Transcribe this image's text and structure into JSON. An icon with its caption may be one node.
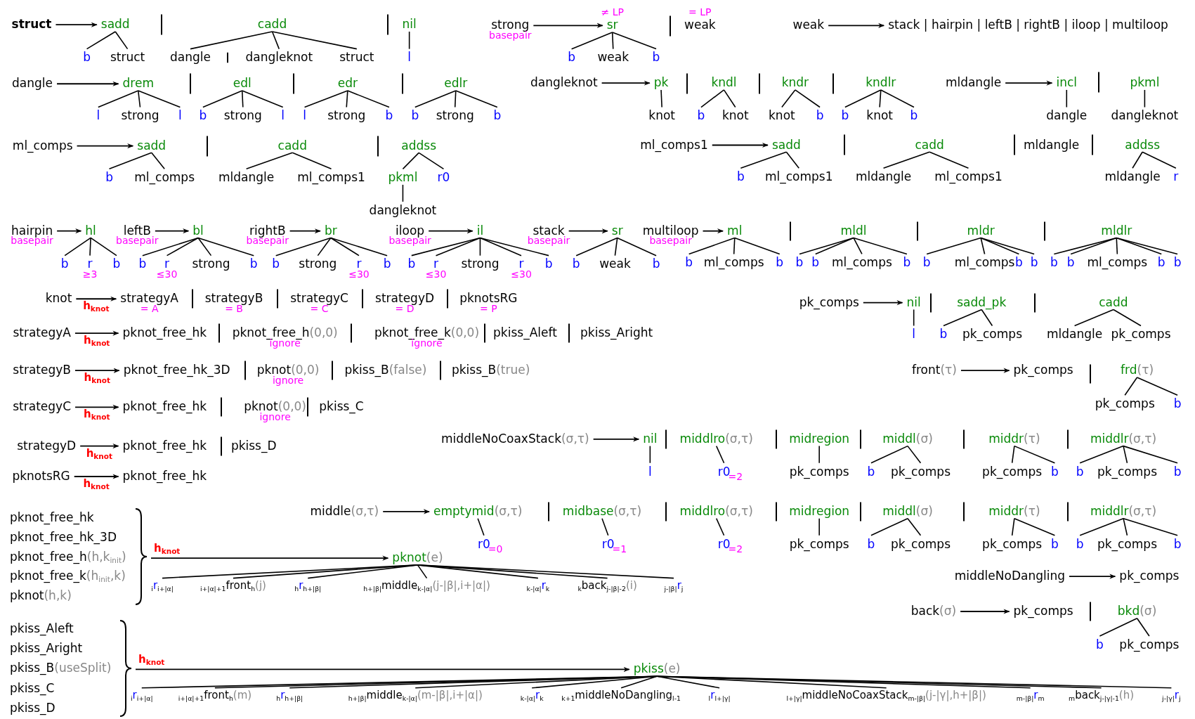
{
  "diagram": {
    "nodes": [
      {
        "text": [
          "struct"
        ]
      },
      {
        "text": [
          "sadd"
        ]
      },
      {
        "text": [
          "b"
        ]
      },
      {
        "text": [
          "struct"
        ]
      },
      {
        "text": [
          "cadd"
        ]
      },
      {
        "text": [
          "dangle"
        ]
      },
      {
        "text": [
          "dangleknot"
        ]
      },
      {
        "text": [
          "struct"
        ]
      },
      {
        "text": [
          "nil"
        ]
      },
      {
        "text": [
          "l"
        ]
      },
      {
        "text": [
          "strong"
        ],
        "beside": [
          "basepair"
        ]
      },
      {
        "text": [
          "sr"
        ],
        "beside": [
          "≠ LP"
        ]
      },
      {
        "text": [
          "b"
        ]
      },
      {
        "text": [
          "weak"
        ]
      },
      {
        "text": [
          "b"
        ]
      },
      {
        "text": [
          "weak"
        ],
        "beside": [
          "= LP"
        ]
      },
      {
        "text": [
          "weak"
        ]
      },
      {
        "text": [
          "stack | hairpin | leftB | rightB | iloop | multiloop"
        ]
      },
      {
        "text": [
          "dangle"
        ]
      },
      {
        "text": [
          "drem"
        ]
      },
      {
        "text": [
          "l"
        ]
      },
      {
        "text": [
          "strong"
        ]
      },
      {
        "text": [
          "l"
        ]
      },
      {
        "text": [
          "edl"
        ]
      },
      {
        "text": [
          "b"
        ]
      },
      {
        "text": [
          "strong"
        ]
      },
      {
        "text": [
          "l"
        ]
      },
      {
        "text": [
          "edr"
        ]
      },
      {
        "text": [
          "l"
        ]
      },
      {
        "text": [
          "strong"
        ]
      },
      {
        "text": [
          "b"
        ]
      },
      {
        "text": [
          "edlr"
        ]
      },
      {
        "text": [
          "b"
        ]
      },
      {
        "text": [
          "strong"
        ]
      },
      {
        "text": [
          "b"
        ]
      },
      {
        "text": [
          "dangleknot"
        ]
      },
      {
        "text": [
          "pk"
        ]
      },
      {
        "text": [
          "knot"
        ]
      },
      {
        "text": [
          "kndl"
        ]
      },
      {
        "text": [
          "b"
        ]
      },
      {
        "text": [
          "knot"
        ]
      },
      {
        "text": [
          "kndr"
        ]
      },
      {
        "text": [
          "knot"
        ]
      },
      {
        "text": [
          "b"
        ]
      },
      {
        "text": [
          "kndlr"
        ]
      },
      {
        "text": [
          "b"
        ]
      },
      {
        "text": [
          "knot"
        ]
      },
      {
        "text": [
          "b"
        ]
      },
      {
        "text": [
          "mldangle"
        ]
      },
      {
        "text": [
          "incl"
        ]
      },
      {
        "text": [
          "dangle"
        ]
      },
      {
        "text": [
          "pkml"
        ]
      },
      {
        "text": [
          "dangleknot"
        ]
      },
      {
        "text": [
          "ml_comps"
        ]
      },
      {
        "text": [
          "sadd"
        ]
      },
      {
        "text": [
          "b"
        ]
      },
      {
        "text": [
          "ml_comps"
        ]
      },
      {
        "text": [
          "cadd"
        ]
      },
      {
        "text": [
          "mldangle"
        ]
      },
      {
        "text": [
          "ml_comps1"
        ]
      },
      {
        "text": [
          "addss"
        ]
      },
      {
        "text": [
          "pkml"
        ]
      },
      {
        "text": [
          "r0"
        ]
      },
      {
        "text": [
          "dangleknot"
        ]
      },
      {
        "text": [
          "ml_comps1"
        ]
      },
      {
        "text": [
          "sadd"
        ]
      },
      {
        "text": [
          "b"
        ]
      },
      {
        "text": [
          "ml_comps1"
        ]
      },
      {
        "text": [
          "cadd"
        ]
      },
      {
        "text": [
          "mldangle"
        ]
      },
      {
        "text": [
          "ml_comps1"
        ]
      },
      {
        "text": [
          "mldangle"
        ]
      },
      {
        "text": [
          "addss"
        ]
      },
      {
        "text": [
          "mldangle"
        ]
      },
      {
        "text": [
          "r"
        ]
      },
      {
        "text": [
          "hairpin"
        ],
        "beside": [
          "basepair"
        ]
      },
      {
        "text": [
          "hl"
        ]
      },
      {
        "text": [
          "b"
        ]
      },
      {
        "text": [
          "r"
        ],
        "beside": [
          "≥3"
        ]
      },
      {
        "text": [
          "b"
        ]
      },
      {
        "text": [
          "leftB"
        ],
        "beside": [
          "basepair"
        ]
      },
      {
        "text": [
          "bl"
        ]
      },
      {
        "text": [
          "b"
        ]
      },
      {
        "text": [
          "r"
        ],
        "beside": [
          "≤30"
        ]
      },
      {
        "text": [
          "strong"
        ]
      },
      {
        "text": [
          "b"
        ]
      },
      {
        "text": [
          "rightB"
        ],
        "beside": [
          "basepair"
        ]
      },
      {
        "text": [
          "br"
        ]
      },
      {
        "text": [
          "b"
        ]
      },
      {
        "text": [
          "strong"
        ]
      },
      {
        "text": [
          "r"
        ],
        "beside": [
          "≤30"
        ]
      },
      {
        "text": [
          "b"
        ]
      },
      {
        "text": [
          "iloop"
        ],
        "beside": [
          "basepair"
        ]
      },
      {
        "text": [
          "il"
        ]
      },
      {
        "text": [
          "b"
        ]
      },
      {
        "text": [
          "r"
        ],
        "beside": [
          "≤30"
        ]
      },
      {
        "text": [
          "strong"
        ]
      },
      {
        "text": [
          "r"
        ],
        "beside": [
          "≤30"
        ]
      },
      {
        "text": [
          "b"
        ]
      },
      {
        "text": [
          "stack"
        ],
        "beside": [
          "basepair"
        ]
      },
      {
        "text": [
          "sr"
        ]
      },
      {
        "text": [
          "b"
        ]
      },
      {
        "text": [
          "weak"
        ]
      },
      {
        "text": [
          "b"
        ]
      },
      {
        "text": [
          "multiloop"
        ],
        "beside": [
          "basepair"
        ]
      },
      {
        "text": [
          "ml"
        ]
      },
      {
        "text": [
          "b"
        ]
      },
      {
        "text": [
          "ml_comps"
        ]
      },
      {
        "text": [
          "b"
        ]
      },
      {
        "text": [
          "mldl"
        ]
      },
      {
        "text": [
          "b"
        ]
      },
      {
        "text": [
          "b"
        ]
      },
      {
        "text": [
          "ml_comps"
        ]
      },
      {
        "text": [
          "b"
        ]
      },
      {
        "text": [
          "mldr"
        ]
      },
      {
        "text": [
          "b"
        ]
      },
      {
        "text": [
          "ml_comps"
        ]
      },
      {
        "text": [
          "b"
        ]
      },
      {
        "text": [
          "b"
        ]
      },
      {
        "text": [
          "mldlr"
        ]
      },
      {
        "text": [
          "b"
        ]
      },
      {
        "text": [
          "b"
        ]
      },
      {
        "text": [
          "ml_comps"
        ]
      },
      {
        "text": [
          "b"
        ]
      },
      {
        "text": [
          "b"
        ]
      },
      {
        "text": [
          "knot"
        ]
      },
      {
        "text": [
          "strategyA"
        ],
        "beside": [
          "= A"
        ]
      },
      {
        "text": [
          "strategyB"
        ],
        "beside": [
          "= B"
        ]
      },
      {
        "text": [
          "strategyC"
        ],
        "beside": [
          "= C"
        ]
      },
      {
        "text": [
          "strategyD"
        ],
        "beside": [
          "= D"
        ]
      },
      {
        "text": [
          "pknotsRG"
        ],
        "beside": [
          "= P"
        ]
      },
      {
        "text": [
          "pk_comps"
        ]
      },
      {
        "text": [
          "nil"
        ]
      },
      {
        "text": [
          "l"
        ]
      },
      {
        "text": [
          "sadd_pk"
        ]
      },
      {
        "text": [
          "b"
        ]
      },
      {
        "text": [
          "pk_comps"
        ]
      },
      {
        "text": [
          "cadd"
        ]
      },
      {
        "text": [
          "mldangle"
        ]
      },
      {
        "text": [
          "pk_comps"
        ]
      },
      {
        "text": [
          "strategyA"
        ]
      },
      {
        "text": [
          "pknot_free_hk"
        ]
      },
      {
        "text": [
          "pknot_free_h",
          "(0,0)"
        ],
        "beside": [
          "ignore"
        ]
      },
      {
        "text": [
          "pknot_free_k",
          "(0,0)"
        ],
        "beside": [
          "ignore"
        ]
      },
      {
        "text": [
          "pkiss_Aleft"
        ]
      },
      {
        "text": [
          "pkiss_Aright"
        ]
      },
      {
        "text": [
          "strategyB"
        ]
      },
      {
        "text": [
          "pknot_free_hk_3D"
        ]
      },
      {
        "text": [
          "pknot",
          "(0,0)"
        ],
        "beside": [
          "ignore"
        ]
      },
      {
        "text": [
          "pkiss_B",
          "(false)"
        ]
      },
      {
        "text": [
          "pkiss_B",
          "(true)"
        ]
      },
      {
        "text": [
          "front",
          "(τ)"
        ]
      },
      {
        "text": [
          "pk_comps"
        ]
      },
      {
        "text": [
          "frd",
          "(τ)"
        ]
      },
      {
        "text": [
          "pk_comps"
        ]
      },
      {
        "text": [
          "b"
        ]
      },
      {
        "text": [
          "strategyC"
        ]
      },
      {
        "text": [
          "pknot_free_hk"
        ]
      },
      {
        "text": [
          "pknot",
          "(0,0)"
        ],
        "beside": [
          "ignore"
        ]
      },
      {
        "text": [
          "pkiss_C"
        ]
      },
      {
        "text": [
          "strategyD"
        ]
      },
      {
        "text": [
          "pknot_free_hk"
        ]
      },
      {
        "text": [
          "pkiss_D"
        ]
      },
      {
        "text": [
          "middleNoCoaxStack",
          "(σ,τ)"
        ]
      },
      {
        "text": [
          "nil"
        ]
      },
      {
        "text": [
          "l"
        ]
      },
      {
        "text": [
          "middlro",
          "(σ,τ)"
        ]
      },
      {
        "text": [
          "r0"
        ],
        "beside": [
          "=2"
        ]
      },
      {
        "text": [
          "midregion"
        ]
      },
      {
        "text": [
          "pk_comps"
        ]
      },
      {
        "text": [
          "middl",
          "(σ)"
        ]
      },
      {
        "text": [
          "b"
        ]
      },
      {
        "text": [
          "pk_comps"
        ]
      },
      {
        "text": [
          "middr",
          "(τ)"
        ]
      },
      {
        "text": [
          "pk_comps"
        ]
      },
      {
        "text": [
          "b"
        ]
      },
      {
        "text": [
          "middlr",
          "(σ,τ)"
        ]
      },
      {
        "text": [
          "b"
        ]
      },
      {
        "text": [
          "pk_comps"
        ]
      },
      {
        "text": [
          "b"
        ]
      },
      {
        "text": [
          "pknotsRG"
        ]
      },
      {
        "text": [
          "pknot_free_hk"
        ]
      },
      {
        "text": [
          "middle",
          "(σ,τ)"
        ]
      },
      {
        "text": [
          "emptymid",
          "(σ,τ)"
        ]
      },
      {
        "text": [
          "r0"
        ],
        "beside": [
          "=0"
        ]
      },
      {
        "text": [
          "midbase",
          "(σ,τ)"
        ]
      },
      {
        "text": [
          "r0"
        ],
        "beside": [
          "=1"
        ]
      },
      {
        "text": [
          "middlro",
          "(σ,τ)"
        ]
      },
      {
        "text": [
          "r0"
        ],
        "beside": [
          "=2"
        ]
      },
      {
        "text": [
          "midregion"
        ]
      },
      {
        "text": [
          "pk_comps"
        ]
      },
      {
        "text": [
          "middl",
          "(σ)"
        ]
      },
      {
        "text": [
          "b"
        ]
      },
      {
        "text": [
          "pk_comps"
        ]
      },
      {
        "text": [
          "middr",
          "(τ)"
        ]
      },
      {
        "text": [
          "pk_comps"
        ]
      },
      {
        "text": [
          "b"
        ]
      },
      {
        "text": [
          "middlr",
          "(σ,τ)"
        ]
      },
      {
        "text": [
          "b"
        ]
      },
      {
        "text": [
          "pk_comps"
        ]
      },
      {
        "text": [
          "b"
        ]
      },
      {
        "text": [],
        "shape": "brace"
      },
      {
        "text": [
          "pknot_free_hk"
        ],
        "in": 201
      },
      {
        "text": [
          "pknot_free_hk_3D"
        ],
        "in": 201
      },
      {
        "text": [
          "pknot_free_h",
          "(h,k$_{init}$)"
        ],
        "in": 201
      },
      {
        "text": [
          "pknot_free_k",
          "(h$_{init}$,k)"
        ],
        "in": 201
      },
      {
        "text": [
          "pknot",
          "(h,k)"
        ],
        "in": 201
      },
      {
        "text": [
          "pknot",
          "(e)"
        ]
      },
      {
        "text": [
          "$_{i}$r$_{i+|α|}$"
        ]
      },
      {
        "text": [
          "$_{i+|α|+1}$front$_{h}$",
          "(j)"
        ]
      },
      {
        "text": [
          "$_{h}$r$_{h+|β|}$"
        ]
      },
      {
        "text": [
          "$_{h+|β|}$middle$_{k-|α|}$",
          "(j-|β|,i+|α|)"
        ]
      },
      {
        "text": [
          "$_{k-|α|}$r$_{k}$"
        ]
      },
      {
        "text": [
          "$_{k}$back$_{j-|β|-2}$",
          "(i)"
        ]
      },
      {
        "text": [
          "$_{j-|β|}$r$_{j}$"
        ]
      },
      {
        "text": [
          "middleNoDangling"
        ]
      },
      {
        "text": [
          "pk_comps"
        ]
      },
      {
        "text": [
          "back",
          "(σ)"
        ]
      },
      {
        "text": [
          "pk_comps"
        ]
      },
      {
        "text": [
          "bkd",
          "(σ)"
        ]
      },
      {
        "text": [
          "b"
        ]
      },
      {
        "text": [
          "pk_comps"
        ]
      },
      {
        "text": [],
        "shape": "brace"
      },
      {
        "text": [
          "pkiss_Aleft"
        ],
        "in": 222
      },
      {
        "text": [
          "pkiss_Aright"
        ],
        "in": 222
      },
      {
        "text": [
          "pkiss_B",
          "(useSplit)"
        ],
        "in": 222
      },
      {
        "text": [
          "pkiss_C"
        ],
        "in": 222
      },
      {
        "text": [
          "pkiss_D"
        ],
        "in": 222
      },
      {
        "text": [
          "pkiss",
          "(e)"
        ]
      },
      {
        "text": [
          "$_{i}$r$_{i+|α|}$"
        ]
      },
      {
        "text": [
          "$_{i+|α|+1}$front$_{h}$",
          "(m)"
        ]
      },
      {
        "text": [
          "$_{h}$r$_{h+|β|}$"
        ]
      },
      {
        "text": [
          "$_{h+|β|}$middle$_{k-|α|}$",
          "(m-|β|,i+|α|)"
        ]
      },
      {
        "text": [
          "$_{k-|α|}$r$_{k}$"
        ]
      },
      {
        "text": [
          "$_{k+1}$middleNoDangling$_{l-1}$"
        ]
      },
      {
        "text": [
          "$_{l}$r$_{l+|γ|}$"
        ]
      },
      {
        "text": [
          "$_{l+|γ|}$middleNoCoaxStack$_{m-|β|}$",
          "(j-|γ|,h+|β|)"
        ]
      },
      {
        "text": [
          "$_{m-|β|}$r$_{m}$"
        ]
      },
      {
        "text": [
          "$_{m}$back$_{j-|γ|-1}$",
          "(h)"
        ]
      },
      {
        "text": [
          "$_{j-|γ|}$r$_{j}$"
        ]
      }
    ],
    "edges": [
      {
        "from": 0,
        "to": 1,
        "arrow": "to"
      },
      {
        "from": 1,
        "to": 2,
        "arrow": "none"
      },
      {
        "from": 1,
        "to": 3,
        "arrow": "none"
      },
      {
        "from": 4,
        "to": 5,
        "arrow": "none"
      },
      {
        "from": 4,
        "to": 6,
        "arrow": "none"
      },
      {
        "from": 4,
        "to": 7,
        "arrow": "none"
      },
      {
        "from": 8,
        "to": 9,
        "arrow": "none"
      },
      {
        "from": 10,
        "to": 11,
        "arrow": "to"
      },
      {
        "from": 11,
        "to": 12,
        "arrow": "none"
      },
      {
        "from": 11,
        "to": 13,
        "arrow": "none"
      },
      {
        "from": 11,
        "to": 14,
        "arrow": "none"
      },
      {
        "from": 16,
        "to": 17,
        "arrow": "to"
      },
      {
        "from": 18,
        "to": 19,
        "arrow": "to"
      },
      {
        "from": 19,
        "to": 20,
        "arrow": "none"
      },
      {
        "from": 19,
        "to": 21,
        "arrow": "none"
      },
      {
        "from": 19,
        "to": 22,
        "arrow": "none"
      },
      {
        "from": 23,
        "to": 24,
        "arrow": "none"
      },
      {
        "from": 23,
        "to": 25,
        "arrow": "none"
      },
      {
        "from": 23,
        "to": 26,
        "arrow": "none"
      },
      {
        "from": 27,
        "to": 28,
        "arrow": "none"
      },
      {
        "from": 27,
        "to": 29,
        "arrow": "none"
      },
      {
        "from": 27,
        "to": 30,
        "arrow": "none"
      },
      {
        "from": 31,
        "to": 32,
        "arrow": "none"
      },
      {
        "from": 31,
        "to": 33,
        "arrow": "none"
      },
      {
        "from": 31,
        "to": 34,
        "arrow": "none"
      },
      {
        "from": 35,
        "to": 36,
        "arrow": "to"
      },
      {
        "from": 36,
        "to": 37,
        "arrow": "none"
      },
      {
        "from": 38,
        "to": 39,
        "arrow": "none"
      },
      {
        "from": 38,
        "to": 40,
        "arrow": "none"
      },
      {
        "from": 41,
        "to": 42,
        "arrow": "none"
      },
      {
        "from": 41,
        "to": 43,
        "arrow": "none"
      },
      {
        "from": 44,
        "to": 45,
        "arrow": "none"
      },
      {
        "from": 44,
        "to": 46,
        "arrow": "none"
      },
      {
        "from": 44,
        "to": 47,
        "arrow": "none"
      },
      {
        "from": 48,
        "to": 49,
        "arrow": "to"
      },
      {
        "from": 49,
        "to": 50,
        "arrow": "none"
      },
      {
        "from": 51,
        "to": 52,
        "arrow": "none"
      },
      {
        "from": 53,
        "to": 54,
        "arrow": "to"
      },
      {
        "from": 54,
        "to": 55,
        "arrow": "none"
      },
      {
        "from": 54,
        "to": 56,
        "arrow": "none"
      },
      {
        "from": 57,
        "to": 58,
        "arrow": "none"
      },
      {
        "from": 57,
        "to": 59,
        "arrow": "none"
      },
      {
        "from": 60,
        "to": 61,
        "arrow": "none"
      },
      {
        "from": 60,
        "to": 62,
        "arrow": "none"
      },
      {
        "from": 61,
        "to": 63,
        "arrow": "none"
      },
      {
        "from": 64,
        "to": 65,
        "arrow": "to"
      },
      {
        "from": 65,
        "to": 66,
        "arrow": "none"
      },
      {
        "from": 65,
        "to": 67,
        "arrow": "none"
      },
      {
        "from": 68,
        "to": 69,
        "arrow": "none"
      },
      {
        "from": 68,
        "to": 70,
        "arrow": "none"
      },
      {
        "from": 72,
        "to": 73,
        "arrow": "none"
      },
      {
        "from": 72,
        "to": 74,
        "arrow": "none"
      },
      {
        "from": 75,
        "to": 76,
        "arrow": "to"
      },
      {
        "from": 76,
        "to": 77,
        "arrow": "none"
      },
      {
        "from": 76,
        "to": 78,
        "arrow": "none"
      },
      {
        "from": 76,
        "to": 79,
        "arrow": "none"
      },
      {
        "from": 80,
        "to": 81,
        "arrow": "to"
      },
      {
        "from": 81,
        "to": 82,
        "arrow": "none"
      },
      {
        "from": 81,
        "to": 83,
        "arrow": "none"
      },
      {
        "from": 81,
        "to": 84,
        "arrow": "none"
      },
      {
        "from": 81,
        "to": 85,
        "arrow": "none"
      },
      {
        "from": 86,
        "to": 87,
        "arrow": "to"
      },
      {
        "from": 87,
        "to": 88,
        "arrow": "none"
      },
      {
        "from": 87,
        "to": 89,
        "arrow": "none"
      },
      {
        "from": 87,
        "to": 90,
        "arrow": "none"
      },
      {
        "from": 87,
        "to": 91,
        "arrow": "none"
      },
      {
        "from": 92,
        "to": 93,
        "arrow": "to"
      },
      {
        "from": 93,
        "to": 94,
        "arrow": "none"
      },
      {
        "from": 93,
        "to": 95,
        "arrow": "none"
      },
      {
        "from": 93,
        "to": 96,
        "arrow": "none"
      },
      {
        "from": 93,
        "to": 97,
        "arrow": "none"
      },
      {
        "from": 93,
        "to": 98,
        "arrow": "none"
      },
      {
        "from": 99,
        "to": 100,
        "arrow": "to"
      },
      {
        "from": 100,
        "to": 101,
        "arrow": "none"
      },
      {
        "from": 100,
        "to": 102,
        "arrow": "none"
      },
      {
        "from": 100,
        "to": 103,
        "arrow": "none"
      },
      {
        "from": 104,
        "to": 105,
        "arrow": "to"
      },
      {
        "from": 105,
        "to": 106,
        "arrow": "none"
      },
      {
        "from": 105,
        "to": 107,
        "arrow": "none"
      },
      {
        "from": 105,
        "to": 108,
        "arrow": "none"
      },
      {
        "from": 109,
        "to": 110,
        "arrow": "none"
      },
      {
        "from": 109,
        "to": 111,
        "arrow": "none"
      },
      {
        "from": 109,
        "to": 112,
        "arrow": "none"
      },
      {
        "from": 109,
        "to": 113,
        "arrow": "none"
      },
      {
        "from": 114,
        "to": 115,
        "arrow": "none"
      },
      {
        "from": 114,
        "to": 116,
        "arrow": "none"
      },
      {
        "from": 114,
        "to": 117,
        "arrow": "none"
      },
      {
        "from": 114,
        "to": 118,
        "arrow": "none"
      },
      {
        "from": 119,
        "to": 120,
        "arrow": "none"
      },
      {
        "from": 119,
        "to": 121,
        "arrow": "none"
      },
      {
        "from": 119,
        "to": 122,
        "arrow": "none"
      },
      {
        "from": 119,
        "to": 123,
        "arrow": "none"
      },
      {
        "from": 119,
        "to": 124,
        "arrow": "none"
      },
      {
        "from": 125,
        "to": 126,
        "arrow": "to",
        "label": "h$_{knot}$"
      },
      {
        "from": 131,
        "to": 132,
        "arrow": "to"
      },
      {
        "from": 132,
        "to": 133,
        "arrow": "none"
      },
      {
        "from": 134,
        "to": 135,
        "arrow": "none"
      },
      {
        "from": 134,
        "to": 136,
        "arrow": "none"
      },
      {
        "from": 137,
        "to": 138,
        "arrow": "none"
      },
      {
        "from": 137,
        "to": 139,
        "arrow": "none"
      },
      {
        "from": 140,
        "to": 141,
        "arrow": "to",
        "label": "h$_{knot}$"
      },
      {
        "from": 146,
        "to": 147,
        "arrow": "to",
        "label": "h$_{knot}$"
      },
      {
        "from": 151,
        "to": 152,
        "arrow": "to"
      },
      {
        "from": 153,
        "to": 154,
        "arrow": "none"
      },
      {
        "from": 153,
        "to": 155,
        "arrow": "none"
      },
      {
        "from": 156,
        "to": 157,
        "arrow": "to",
        "label": "h$_{knot}$"
      },
      {
        "from": 160,
        "to": 161,
        "arrow": "to",
        "label": "h$_{knot}$"
      },
      {
        "from": 163,
        "to": 164,
        "arrow": "to"
      },
      {
        "from": 164,
        "to": 165,
        "arrow": "none"
      },
      {
        "from": 166,
        "to": 167,
        "arrow": "none"
      },
      {
        "from": 168,
        "to": 169,
        "arrow": "none"
      },
      {
        "from": 170,
        "to": 171,
        "arrow": "none"
      },
      {
        "from": 170,
        "to": 172,
        "arrow": "none"
      },
      {
        "from": 173,
        "to": 174,
        "arrow": "none"
      },
      {
        "from": 173,
        "to": 175,
        "arrow": "none"
      },
      {
        "from": 176,
        "to": 177,
        "arrow": "none"
      },
      {
        "from": 176,
        "to": 178,
        "arrow": "none"
      },
      {
        "from": 176,
        "to": 179,
        "arrow": "none"
      },
      {
        "from": 180,
        "to": 181,
        "arrow": "to",
        "label": "h$_{knot}$"
      },
      {
        "from": 182,
        "to": 183,
        "arrow": "to"
      },
      {
        "from": 183,
        "to": 184,
        "arrow": "none"
      },
      {
        "from": 185,
        "to": 186,
        "arrow": "none"
      },
      {
        "from": 187,
        "to": 188,
        "arrow": "none"
      },
      {
        "from": 189,
        "to": 190,
        "arrow": "none"
      },
      {
        "from": 191,
        "to": 192,
        "arrow": "none"
      },
      {
        "from": 191,
        "to": 193,
        "arrow": "none"
      },
      {
        "from": 194,
        "to": 195,
        "arrow": "none"
      },
      {
        "from": 194,
        "to": 196,
        "arrow": "none"
      },
      {
        "from": 197,
        "to": 198,
        "arrow": "none"
      },
      {
        "from": 197,
        "to": 199,
        "arrow": "none"
      },
      {
        "from": 197,
        "to": 200,
        "arrow": "none"
      },
      {
        "from": 201,
        "to": 207,
        "arrow": "to",
        "label": "h$_{knot}$"
      },
      {
        "from": 207,
        "to": 208,
        "arrow": "none"
      },
      {
        "from": 207,
        "to": 209,
        "arrow": "none"
      },
      {
        "from": 207,
        "to": 210,
        "arrow": "none"
      },
      {
        "from": 207,
        "to": 211,
        "arrow": "none"
      },
      {
        "from": 207,
        "to": 212,
        "arrow": "none"
      },
      {
        "from": 207,
        "to": 213,
        "arrow": "none"
      },
      {
        "from": 207,
        "to": 214,
        "arrow": "none"
      },
      {
        "from": 215,
        "to": 216,
        "arrow": "to"
      },
      {
        "from": 217,
        "to": 218,
        "arrow": "to"
      },
      {
        "from": 219,
        "to": 220,
        "arrow": "none"
      },
      {
        "from": 219,
        "to": 221,
        "arrow": "none"
      },
      {
        "from": 222,
        "to": 228,
        "arrow": "to",
        "label": "h$_{knot}$"
      },
      {
        "from": 228,
        "to": 229,
        "arrow": "none"
      },
      {
        "from": 228,
        "to": 230,
        "arrow": "none"
      },
      {
        "from": 228,
        "to": 231,
        "arrow": "none"
      },
      {
        "from": 228,
        "to": 232,
        "arrow": "none"
      },
      {
        "from": 228,
        "to": 233,
        "arrow": "none"
      },
      {
        "from": 228,
        "to": 234,
        "arrow": "none"
      },
      {
        "from": 228,
        "to": 235,
        "arrow": "none"
      },
      {
        "from": 228,
        "to": 236,
        "arrow": "none"
      },
      {
        "from": 228,
        "to": 237,
        "arrow": "none"
      },
      {
        "from": 228,
        "to": 238,
        "arrow": "none"
      },
      {
        "from": 228,
        "to": 239,
        "arrow": "none"
      }
    ]
  }
}
